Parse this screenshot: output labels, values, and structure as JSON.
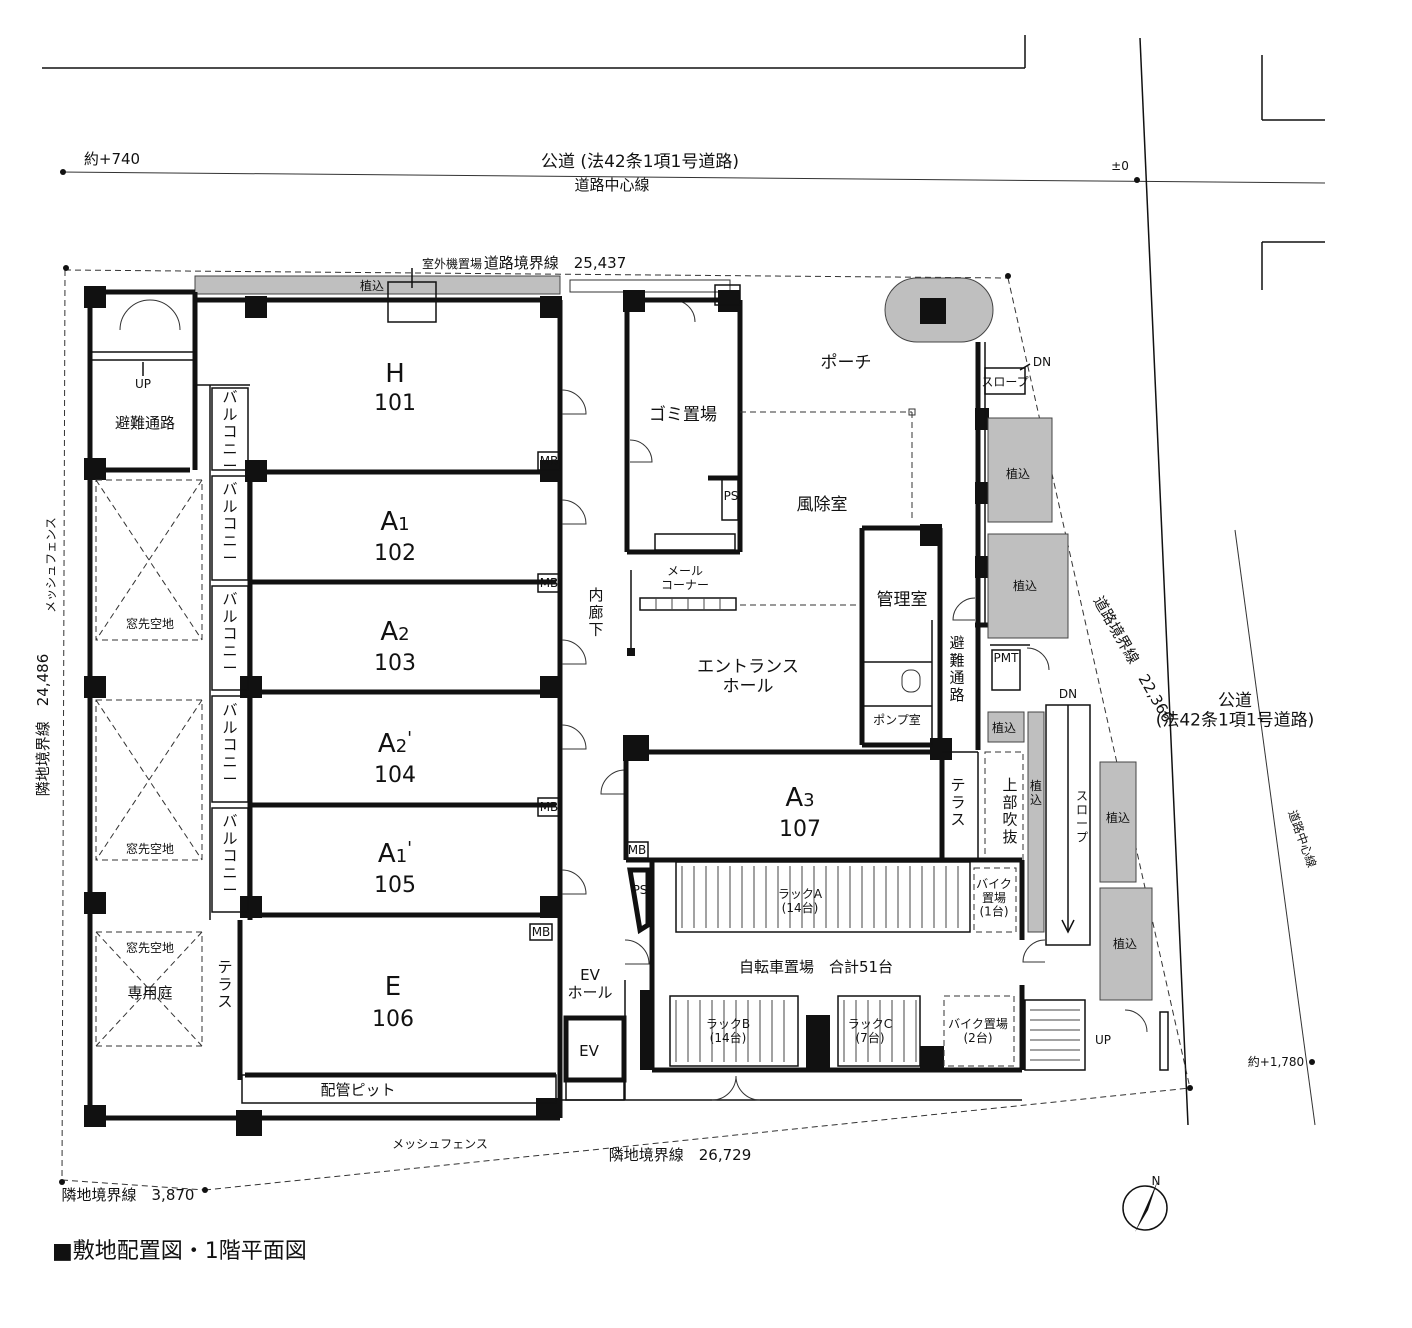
{
  "labels": {
    "road_top": "公道 (法42条1項1号道路)",
    "road_center_top": "道路中心線",
    "elev_left_top": "約+740",
    "elev_zero": "±0",
    "boundary_road_top": "道路境界線　25,437",
    "outdoor_unit": "室外機置場",
    "planting_small": "植込",
    "porch": "ポーチ",
    "dn_slope_top": "DN",
    "slope_small": "スロープ",
    "garbage": "ゴミ置場",
    "ps": "PS",
    "windbreak": "風除室",
    "mail_corner": "メール\nコーナー",
    "manager": "管理室",
    "inner_corridor": "内\n廊\n下",
    "entrance_hall": "エントランス\nホール",
    "evac_right": "避\n難\n通\n路",
    "pmt": "PMT",
    "pump": "ポンプ室",
    "dn2": "DN",
    "terrace_right": "テ\nラ\nス",
    "void": "上\n部\n吹\n抜",
    "planting_v": "植\n込",
    "slope_v": "ス\nロ\nー\nプ",
    "planting": "植込",
    "boundary_road_right": "道路境界線　22,366",
    "road_right": "公道\n(法42条1項1号道路)",
    "road_center_right": "道路中心線",
    "elev_right": "約+1,780",
    "up": "UP",
    "evac_left": "避難通路",
    "balcony": "バ\nル\nコ\nニ\nー",
    "mb": "MB",
    "window_space": "窓先空地",
    "mesh_left": "メッシュフェンス",
    "boundary_left": "隣地境界線　24,486",
    "terrace_left": "テ\nラ\nス",
    "private_garden": "専用庭",
    "ev_hall": "EV\nホール",
    "ev": "EV",
    "bicycle": "自転車置場　合計51台",
    "rack1": "ラックA\n(14台)",
    "rack2": "ラックB\n(14台)",
    "rack3": "ラックC\n(7台)",
    "bike1": "バイク\n置場\n(1台)",
    "bike2": "バイク置場\n(2台)",
    "pipe_pit": "配管ピット",
    "mesh_bottom": "メッシュフェンス",
    "boundary_bottom": "隣地境界線　26,729",
    "boundary_corner": "隣地境界線　3,870",
    "north": "N",
    "caption": "■敷地配置図・1階平面図"
  },
  "units": [
    {
      "type": "H",
      "sub": "",
      "prime": "",
      "number": "101"
    },
    {
      "type": "A",
      "sub": "1",
      "prime": "",
      "number": "102"
    },
    {
      "type": "A",
      "sub": "2",
      "prime": "",
      "number": "103"
    },
    {
      "type": "A",
      "sub": "2",
      "prime": "'",
      "number": "104"
    },
    {
      "type": "A",
      "sub": "1",
      "prime": "'",
      "number": "105"
    },
    {
      "type": "E",
      "sub": "",
      "prime": "",
      "number": "106"
    },
    {
      "type": "A",
      "sub": "3",
      "prime": "",
      "number": "107"
    }
  ]
}
